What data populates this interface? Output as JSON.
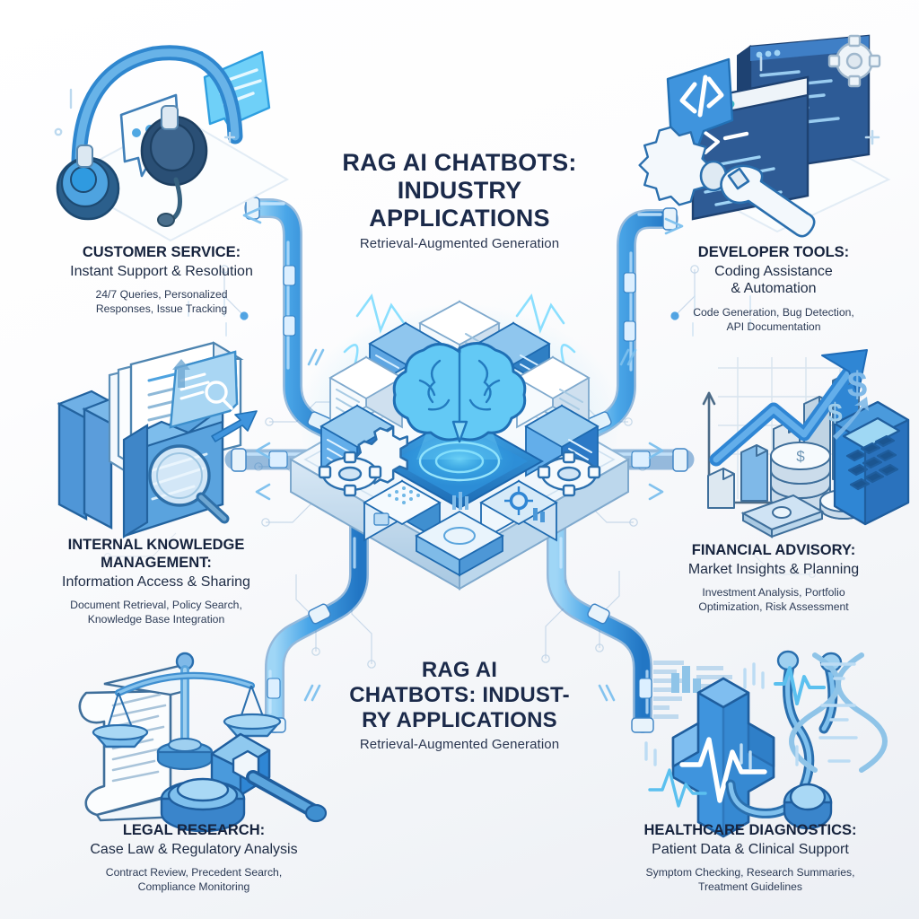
{
  "poster": {
    "background_top": "#ffffff",
    "background_bottom": "#eceff4",
    "accent_blue": "#2f8fe0",
    "accent_deep_blue": "#1f6fc4",
    "accent_cyan": "#49c6f5",
    "heading_color": "#1b2a4a"
  },
  "title_center": {
    "line1": "RAG AI CHATBOTS:",
    "line2": "INDUSTRY",
    "line3": "APPLICATIONS",
    "subtitle": "Retrieval-Augmented Generation"
  },
  "title_bottom": {
    "line1": "RAG AI",
    "line2": "CHATBOTS: INDUST-",
    "line3": "RY APPLICATIONS",
    "subtitle": "Retrieval-Augmented Generation"
  },
  "sections": [
    {
      "id": "customer-service",
      "title": "CUSTOMER SERVICE:",
      "subtitle": "Instant Support & Resolution",
      "description": "24/7 Queries, Personalized\nResponses, Issue Tracking",
      "description_line1": "24/7 Queries, Personalized",
      "description_line2": "Responses, Issue Tracking",
      "icon": "headset-chat-icon",
      "position": "top-left"
    },
    {
      "id": "developer-tools",
      "title": "DEVELOPER TOOLS:",
      "subtitle_line1": "Coding Assistance",
      "subtitle_line2": "& Automation",
      "description_line1": "Code Generation, Bug Detection,",
      "description_line2": "API Documentation",
      "icon": "code-window-gear-wrench-icon",
      "position": "top-right"
    },
    {
      "id": "internal-knowledge-management",
      "title_line1": "INTERNAL KNOWLEDGE",
      "title_line2": "MANAGEMENT:",
      "subtitle": "Information Access & Sharing",
      "description_line1": "Document Retrieval, Policy Search,",
      "description_line2": "Knowledge Base Integration",
      "icon": "documents-folder-magnifier-icon",
      "position": "mid-left"
    },
    {
      "id": "financial-advisory",
      "title": "FINANCIAL ADVISORY:",
      "subtitle": "Market Insights & Planning",
      "description_line1": "Investment Analysis, Portfolio",
      "description_line2": "Optimization, Risk Assessment",
      "icon": "growth-chart-coins-calculator-icon",
      "position": "mid-right"
    },
    {
      "id": "legal-research",
      "title": "LEGAL RESEARCH:",
      "subtitle": "Case Law & Regulatory Analysis",
      "description_line1": "Contract Review, Precedent Search,",
      "description_line2": "Compliance Monitoring",
      "icon": "scales-gavel-scroll-icon",
      "position": "bottom-left"
    },
    {
      "id": "healthcare-diagnostics",
      "title": "HEALTHCARE DIAGNOSTICS:",
      "subtitle": "Patient Data & Clinical Support",
      "description_line1": "Symptom Checking, Research Summaries,",
      "description_line2": "Treatment Guidelines",
      "icon": "medical-cross-stethoscope-dna-icon",
      "position": "bottom-right"
    }
  ],
  "hub": {
    "name": "central-ai-hub",
    "core_icon": "glowing-brain-icon",
    "elements": [
      "server-blocks",
      "data-cubes",
      "gears",
      "holographic-platform",
      "pipes",
      "circuit-traces"
    ]
  }
}
